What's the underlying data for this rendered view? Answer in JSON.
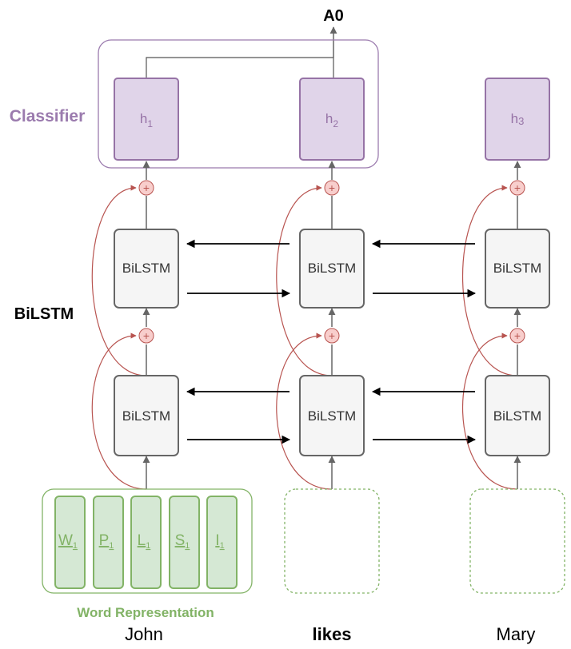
{
  "output_label": "A0",
  "layer_labels": {
    "classifier": "Classifier",
    "bilstm": "BiLSTM",
    "word_representation": "Word Representation"
  },
  "hidden_states": [
    {
      "base": "h",
      "sub": "1"
    },
    {
      "base": "h",
      "sub": "2"
    },
    {
      "base": "h",
      "sub": "3"
    }
  ],
  "bilstm_cell_label": "BiLSTM",
  "residual_sum_symbol": "+",
  "words": [
    {
      "text": "John",
      "bold": false
    },
    {
      "text": "likes",
      "bold": true
    },
    {
      "text": "Mary",
      "bold": false
    }
  ],
  "features": [
    {
      "base": "W",
      "sub": "1"
    },
    {
      "base": "P",
      "sub": "1"
    },
    {
      "base": "L",
      "sub": "1"
    },
    {
      "base": "S",
      "sub": "1"
    },
    {
      "base": "I",
      "sub": "1"
    }
  ],
  "colors": {
    "classifier": "#9b7bae",
    "hidden_fill": "#e0d4e9",
    "hidden_stroke": "#9673a6",
    "cell_fill": "#f5f5f5",
    "cell_stroke": "#666666",
    "plus_fill": "#f8cecc",
    "plus_stroke": "#b85450",
    "residual_arrow": "#b85450",
    "feature_fill": "#d5e8d4",
    "feature_stroke": "#82b366",
    "word_rep_text": "#82b366",
    "arrow": "#000000",
    "vertical_arrow": "#666666"
  }
}
